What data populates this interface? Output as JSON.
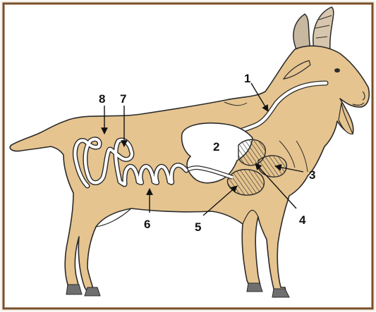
{
  "diagram": {
    "colors": {
      "background": "#ffffff",
      "frame_outer": "#b9a98a",
      "frame_inner": "#7a4f2a",
      "body_fill": "#e6c48f",
      "outline": "#2b2b2b",
      "organ_fill": "#ffffff",
      "hoof": "#6f6f6f",
      "horn": "#c9b8a0"
    },
    "callouts": [
      {
        "id": "label-1",
        "text": "1"
      },
      {
        "id": "label-2",
        "text": "2"
      },
      {
        "id": "label-3",
        "text": "3"
      },
      {
        "id": "label-4",
        "text": "4"
      },
      {
        "id": "label-5",
        "text": "5"
      },
      {
        "id": "label-6",
        "text": "6"
      },
      {
        "id": "label-7",
        "text": "7"
      },
      {
        "id": "label-8",
        "text": "8"
      }
    ]
  }
}
